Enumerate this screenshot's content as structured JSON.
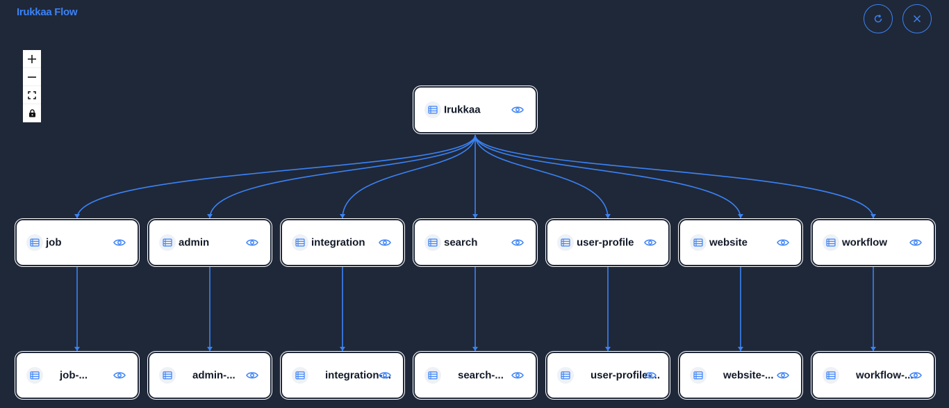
{
  "app": {
    "title": "Irukkaa Flow"
  },
  "toolbar": {
    "refresh_icon": "refresh-icon",
    "close_icon": "close-icon"
  },
  "controls": {
    "zoom_in": "plus-icon",
    "zoom_out": "minus-icon",
    "fit_view": "fit-view-icon",
    "lock": "lock-icon"
  },
  "colors": {
    "background": "#1f2838",
    "accent": "#3b82f6",
    "node": "#ffffff"
  },
  "diagram": {
    "root": {
      "label": "Irukkaa"
    },
    "children": [
      {
        "label": "job",
        "child": "job-..."
      },
      {
        "label": "admin",
        "child": "admin-..."
      },
      {
        "label": "integration",
        "child": "integration-..."
      },
      {
        "label": "search",
        "child": "search-..."
      },
      {
        "label": "user-profile",
        "child": "user-profile-..."
      },
      {
        "label": "website",
        "child": "website-..."
      },
      {
        "label": "workflow",
        "child": "workflow-..."
      }
    ]
  }
}
